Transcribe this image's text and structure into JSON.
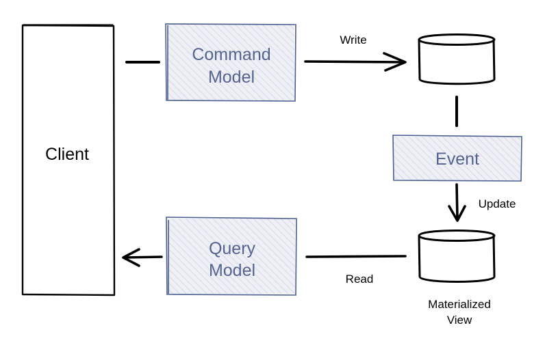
{
  "client": {
    "label": "Client"
  },
  "command_model": {
    "line1": "Command",
    "line2": "Model"
  },
  "query_model": {
    "line1": "Query",
    "line2": "Model"
  },
  "event": {
    "label": "Event"
  },
  "edges": {
    "write": "Write",
    "update": "Update",
    "read": "Read"
  },
  "materialized_view": {
    "line1": "Materialized",
    "line2": "View"
  },
  "colors": {
    "box_text": "#56638f",
    "box_border": "#4a5d8f",
    "box_fill": "#eef0f6",
    "hatch": "#d5d9e6",
    "ink": "#000000"
  }
}
